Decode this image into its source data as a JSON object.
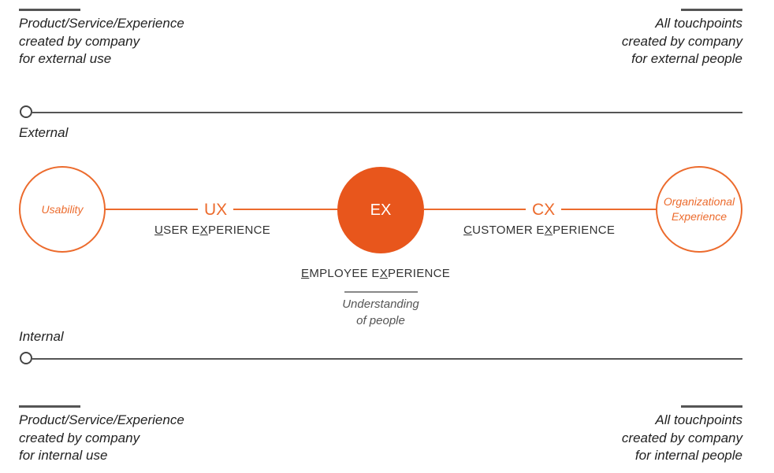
{
  "notes": {
    "top_left": [
      "Product/Service/Experience",
      "created by company",
      "for external use"
    ],
    "top_right": [
      "All touchpoints",
      "created by company",
      "for external people"
    ],
    "bottom_left": [
      "Product/Service/Experience",
      "created by company",
      "for internal use"
    ],
    "bottom_right": [
      "All touchpoints",
      "created by company",
      "for internal people"
    ]
  },
  "axes": {
    "external_label": "External",
    "internal_label": "Internal"
  },
  "nodes": {
    "usability": "Usability",
    "ex": "EX",
    "organizational": [
      "Organizational",
      "Experience"
    ]
  },
  "connectors": {
    "ux_abbr": "UX",
    "ux_full": {
      "pre": "",
      "u1": "U",
      "mid": "SER E",
      "u2": "X",
      "post": "PERIENCE"
    },
    "cx_abbr": "CX",
    "cx_full": {
      "pre": "",
      "u1": "C",
      "mid": "USTOMER E",
      "u2": "X",
      "post": "PERIENCE"
    },
    "ex_full": {
      "pre": "",
      "u1": "E",
      "mid": "MPLOYEE E",
      "u2": "X",
      "post": "PERIENCE"
    }
  },
  "understanding": [
    "Understanding",
    "of people"
  ],
  "colors": {
    "accent": "#ec6b2d",
    "accent_fill": "#e8561c",
    "line": "#555555"
  }
}
